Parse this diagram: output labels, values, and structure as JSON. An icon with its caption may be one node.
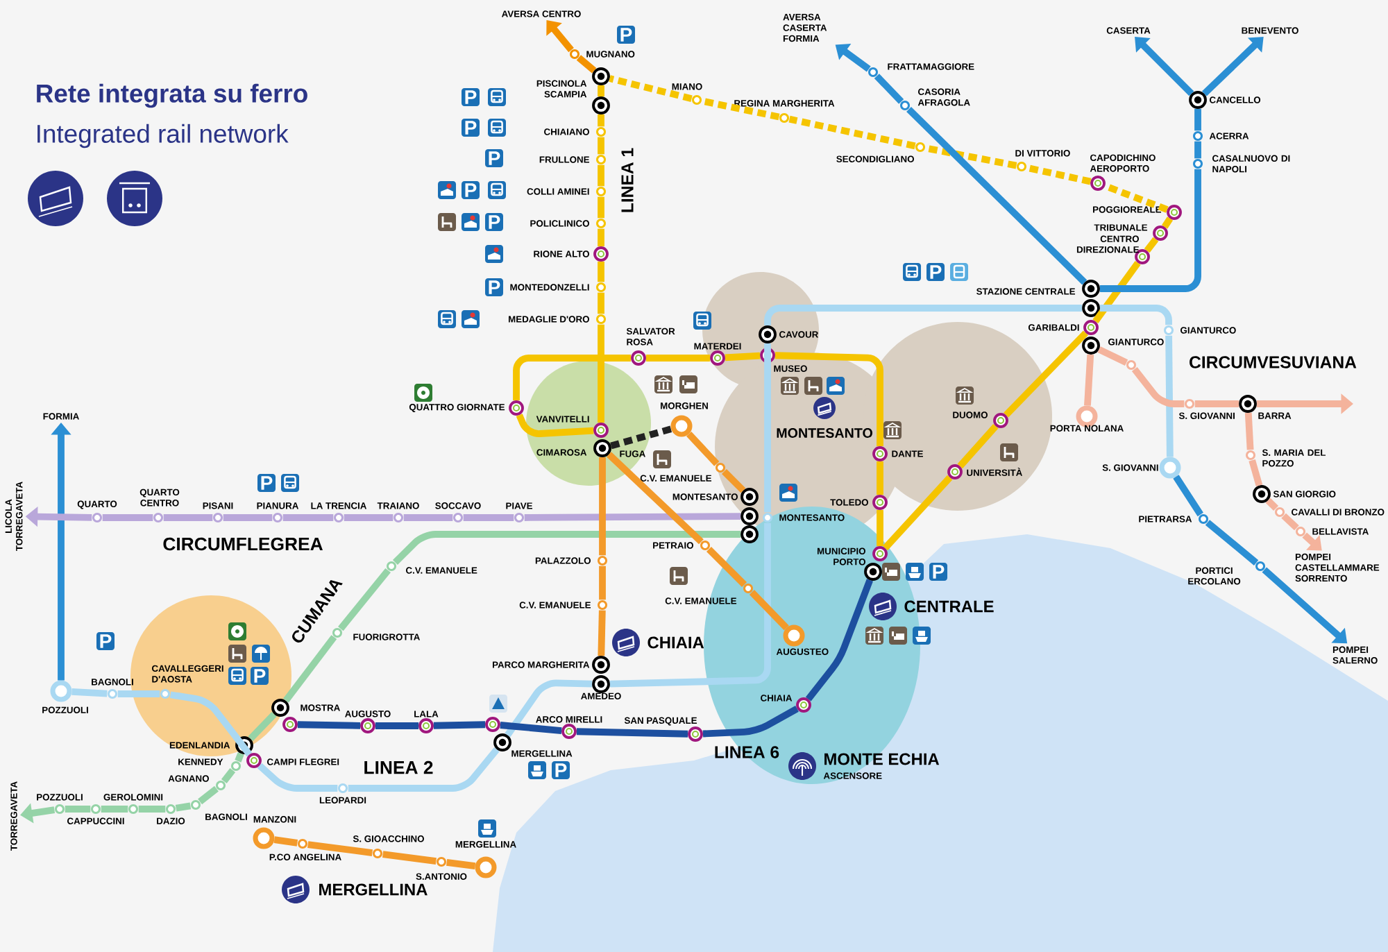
{
  "diagram": {
    "title": "Rete integrata su ferro",
    "nodes": [
      {
        "text": [
          "AVERSA CENTRO"
        ]
      },
      {
        "text": [
          "MUGNANO"
        ]
      },
      {
        "text": [
          "PISCINOLA SCAMPIA"
        ]
      },
      {
        "text": [],
        "shape": "circle"
      },
      {
        "text": [
          "CHIAIANO"
        ]
      },
      {
        "text": [
          "FRULLONE"
        ]
      },
      {
        "text": [
          "COLLI AMINEI"
        ]
      },
      {
        "text": [
          "POLICLINICO"
        ]
      },
      {
        "text": [
          "RIONE ALTO"
        ]
      },
      {
        "text": [
          "MONTEDONZELLI"
        ]
      },
      {
        "text": [
          "MEDAGLIE D'ORO"
        ]
      },
      {
        "text": [
          "VANVITELLI"
        ]
      },
      {
        "text": [
          "CIMAROSA",
          "FUGA"
        ]
      },
      {
        "text": [
          "QUATTRO GIORNATE"
        ]
      },
      {
        "text": [
          "SALVATOR ROSA"
        ]
      },
      {
        "text": [
          "MATERDEI"
        ]
      },
      {
        "text": [
          "CAVOUR"
        ]
      },
      {
        "text": [
          "MUSEO"
        ]
      },
      {
        "text": [
          "DANTE"
        ]
      },
      {
        "text": [
          "TOLEDO"
        ]
      },
      {
        "text": [
          "MUNICIPIO PORTO"
        ]
      },
      {
        "text": [],
        "shape": "circle"
      },
      {
        "text": [
          "UNIVERSITÀ"
        ]
      },
      {
        "text": [
          "DUOMO"
        ]
      },
      {
        "text": [
          "STAZIONE CENTRALE"
        ]
      },
      {
        "text": [],
        "shape": "circle"
      },
      {
        "text": [
          "GARIBALDI"
        ]
      },
      {
        "text": [],
        "shape": "circle"
      },
      {
        "text": [
          "CENTRO DIREZIONALE"
        ]
      },
      {
        "text": [
          "TRIBUNALE"
        ]
      },
      {
        "text": [
          "POGGIOREALE"
        ]
      },
      {
        "text": [
          "CAPODICHINO AEROPORTO"
        ]
      },
      {
        "text": [
          "DI VITTORIO"
        ]
      },
      {
        "text": [
          "SECONDIGLIANO"
        ]
      },
      {
        "text": [
          "REGINA MARGHERITA"
        ]
      },
      {
        "text": [
          "MIANO"
        ]
      },
      {
        "text": [
          "AVERSA CASERTA FORMIA"
        ]
      },
      {
        "text": [
          "FRATTAMAGGIORE"
        ]
      },
      {
        "text": [
          "CASORIA AFRAGOLA"
        ]
      },
      {
        "text": [
          "CASERTA"
        ]
      },
      {
        "text": [
          "BENEVENTO"
        ]
      },
      {
        "text": [
          "CANCELLO"
        ]
      },
      {
        "text": [
          "ACERRA"
        ]
      },
      {
        "text": [
          "CASALNUOVO DI NAPOLI"
        ]
      },
      {
        "text": [
          "GIANTURCO"
        ]
      },
      {
        "text": [
          "S. GIOVANNI"
        ]
      },
      {
        "text": [
          "PIETRARSA"
        ]
      },
      {
        "text": [
          "PORTICI ERCOLANO"
        ]
      },
      {
        "text": [
          "POMPEI SALERNO"
        ]
      },
      {
        "text": [
          "GIANTURCO"
        ]
      },
      {
        "text": [
          "PORTA NOLANA"
        ]
      },
      {
        "text": [
          "S. GIOVANNI"
        ]
      },
      {
        "text": [
          "BARRA"
        ]
      },
      {
        "text": [
          "S. MARIA DEL POZZO"
        ]
      },
      {
        "text": [
          "SAN GIORGIO"
        ]
      },
      {
        "text": [
          "CAVALLI DI BRONZO"
        ]
      },
      {
        "text": [
          "BELLAVISTA"
        ]
      },
      {
        "text": [
          "POMPEI CASTELLAMMARE SORRENTO"
        ]
      },
      {
        "text": [
          "MONTESANTO"
        ]
      },
      {
        "text": [],
        "shape": "circle"
      },
      {
        "text": [],
        "shape": "circle"
      },
      {
        "text": [
          "MONTESANTO"
        ]
      },
      {
        "text": [
          "MORGHEN"
        ]
      },
      {
        "text": [
          "C.V. EMANUELE"
        ]
      },
      {
        "text": [
          "PETRAIO"
        ]
      },
      {
        "text": [
          "C.V. EMANUELE"
        ]
      },
      {
        "text": [
          "AUGUSTEO"
        ]
      },
      {
        "text": [
          "PALAZZOLO"
        ]
      },
      {
        "text": [
          "C.V. EMANUELE"
        ]
      },
      {
        "text": [
          "PARCO MARGHERITA"
        ]
      },
      {
        "text": [
          "AMEDEO"
        ]
      },
      {
        "text": [
          "MERGELLINA"
        ]
      },
      {
        "text": [],
        "shape": "circle"
      },
      {
        "text": [
          "ARCO MIRELLI"
        ]
      },
      {
        "text": [
          "SAN PASQUALE"
        ]
      },
      {
        "text": [
          "CHIAIA"
        ]
      },
      {
        "text": [
          "LALA"
        ]
      },
      {
        "text": [
          "AUGUSTO"
        ]
      },
      {
        "text": [],
        "shape": "circle"
      },
      {
        "text": [
          "MOSTRA"
        ]
      },
      {
        "text": [
          "LEOPARDI"
        ]
      },
      {
        "text": [
          "CAMPI FLEGREI"
        ]
      },
      {
        "text": [
          "EDENLANDIA"
        ]
      },
      {
        "text": [
          "CAVALLEGGERI D'AOSTA"
        ]
      },
      {
        "text": [
          "BAGNOLI"
        ]
      },
      {
        "text": [
          "POZZUOLI"
        ]
      },
      {
        "text": [
          "FORMIA"
        ]
      },
      {
        "text": [
          "FUORIGROTTA"
        ]
      },
      {
        "text": [
          "C.V. EMANUELE"
        ]
      },
      {
        "text": [
          "KENNEDY"
        ]
      },
      {
        "text": [
          "AGNANO"
        ]
      },
      {
        "text": [
          "BAGNOLI"
        ]
      },
      {
        "text": [
          "DAZIO"
        ]
      },
      {
        "text": [
          "GEROLOMINI"
        ]
      },
      {
        "text": [
          "CAPPUCCINI"
        ]
      },
      {
        "text": [
          "POZZUOLI"
        ]
      },
      {
        "text": [
          "TORREGAVETA"
        ]
      },
      {
        "text": [
          "PIAVE"
        ]
      },
      {
        "text": [
          "SOCCAVO"
        ]
      },
      {
        "text": [
          "TRAIANO"
        ]
      },
      {
        "text": [
          "LA TRENCIA"
        ]
      },
      {
        "text": [
          "PIANURA"
        ]
      },
      {
        "text": [
          "PISANI"
        ]
      },
      {
        "text": [
          "QUARTO CENTRO"
        ]
      },
      {
        "text": [
          "QUARTO"
        ]
      },
      {
        "text": [
          "LICOLA TORREGAVETA"
        ]
      },
      {
        "text": [
          "MANZONI"
        ]
      },
      {
        "text": [
          "P.CO ANGELINA"
        ]
      },
      {
        "text": [
          "S. GIOACCHINO"
        ]
      },
      {
        "text": [
          "S.ANTONIO"
        ]
      },
      {
        "text": [
          "MERGELLINA"
        ]
      }
    ],
    "edges": [
      {
        "from": 2,
        "to": 1,
        "arrow": "none",
        "color": "#f39200"
      },
      {
        "from": 1,
        "to": 0,
        "arrow": "to",
        "color": "#f39200"
      },
      {
        "from": 2,
        "to": 3,
        "arrow": "none",
        "color": "#f5c400"
      },
      {
        "from": 3,
        "to": 4,
        "arrow": "none",
        "color": "#f5c400"
      },
      {
        "from": 4,
        "to": 5,
        "arrow": "none",
        "color": "#f5c400"
      },
      {
        "from": 5,
        "to": 6,
        "arrow": "none",
        "color": "#f5c400"
      },
      {
        "from": 6,
        "to": 7,
        "arrow": "none",
        "color": "#f5c400"
      },
      {
        "from": 7,
        "to": 8,
        "arrow": "none",
        "color": "#f5c400"
      },
      {
        "from": 8,
        "to": 9,
        "arrow": "none",
        "color": "#f5c400"
      },
      {
        "from": 9,
        "to": 10,
        "arrow": "none",
        "color": "#f5c400"
      },
      {
        "from": 10,
        "to": 11,
        "arrow": "none",
        "color": "#f5c400"
      },
      {
        "from": 11,
        "to": 13,
        "arrow": "none",
        "color": "#f5c400"
      },
      {
        "from": 13,
        "to": 14,
        "arrow": "none",
        "color": "#f5c400"
      },
      {
        "from": 14,
        "to": 15,
        "arrow": "none",
        "color": "#f5c400"
      },
      {
        "from": 15,
        "to": 17,
        "arrow": "none",
        "color": "#f5c400"
      },
      {
        "from": 17,
        "to": 18,
        "arrow": "none",
        "color": "#f5c400"
      },
      {
        "from": 18,
        "to": 19,
        "arrow": "none",
        "color": "#f5c400"
      },
      {
        "from": 19,
        "to": 20,
        "arrow": "none",
        "color": "#f5c400"
      },
      {
        "from": 20,
        "to": 22,
        "arrow": "none",
        "color": "#f5c400"
      },
      {
        "from": 22,
        "to": 23,
        "arrow": "none",
        "color": "#f5c400"
      },
      {
        "from": 23,
        "to": 26,
        "arrow": "none",
        "color": "#f5c400"
      },
      {
        "from": 26,
        "to": 28,
        "arrow": "none",
        "color": "#f5c400"
      },
      {
        "from": 28,
        "to": 29,
        "arrow": "none",
        "color": "#f5c400"
      },
      {
        "from": 29,
        "to": 30,
        "arrow": "none",
        "color": "#f5c400"
      },
      {
        "from": 30,
        "to": 31,
        "arrow": "none",
        "style": "dashed",
        "color": "#f5c400"
      },
      {
        "from": 31,
        "to": 32,
        "arrow": "none",
        "style": "dashed",
        "color": "#f5c400"
      },
      {
        "from": 32,
        "to": 33,
        "arrow": "none",
        "style": "dashed",
        "color": "#f5c400"
      },
      {
        "from": 33,
        "to": 34,
        "arrow": "none",
        "style": "dashed",
        "color": "#f5c400"
      },
      {
        "from": 34,
        "to": 35,
        "arrow": "none",
        "style": "dashed",
        "color": "#f5c400"
      },
      {
        "from": 35,
        "to": 2,
        "arrow": "none",
        "style": "dashed",
        "color": "#f5c400"
      },
      {
        "from": 24,
        "to": 38,
        "arrow": "none",
        "color": "#2b8fd4"
      },
      {
        "from": 38,
        "to": 37,
        "arrow": "none",
        "color": "#2b8fd4"
      },
      {
        "from": 37,
        "to": 36,
        "arrow": "to",
        "color": "#2b8fd4"
      },
      {
        "from": 24,
        "to": 43,
        "arrow": "none",
        "color": "#2b8fd4"
      },
      {
        "from": 43,
        "to": 42,
        "arrow": "none",
        "color": "#2b8fd4"
      },
      {
        "from": 42,
        "to": 41,
        "arrow": "none",
        "color": "#2b8fd4"
      },
      {
        "from": 41,
        "to": 39,
        "arrow": "to",
        "color": "#2b8fd4"
      },
      {
        "from": 41,
        "to": 40,
        "arrow": "to",
        "color": "#2b8fd4"
      },
      {
        "from": 45,
        "to": 46,
        "arrow": "none",
        "color": "#2b8fd4"
      },
      {
        "from": 46,
        "to": 47,
        "arrow": "none",
        "color": "#2b8fd4"
      },
      {
        "from": 47,
        "to": 48,
        "arrow": "to",
        "color": "#2b8fd4"
      },
      {
        "from": 85,
        "to": 86,
        "arrow": "to",
        "color": "#2b8fd4"
      },
      {
        "from": 85,
        "to": 84,
        "arrow": "none",
        "color": "#a9d8f2"
      },
      {
        "from": 84,
        "to": 83,
        "arrow": "none",
        "color": "#a9d8f2"
      },
      {
        "from": 83,
        "to": 81,
        "arrow": "none",
        "color": "#a9d8f2"
      },
      {
        "from": 81,
        "to": 80,
        "arrow": "none",
        "color": "#a9d8f2"
      },
      {
        "from": 80,
        "to": 71,
        "arrow": "none",
        "color": "#a9d8f2"
      },
      {
        "from": 71,
        "to": 70,
        "arrow": "none",
        "color": "#a9d8f2"
      },
      {
        "from": 70,
        "to": 61,
        "arrow": "none",
        "color": "#a9d8f2"
      },
      {
        "from": 61,
        "to": 16,
        "arrow": "none",
        "color": "#a9d8f2"
      },
      {
        "from": 16,
        "to": 25,
        "arrow": "none",
        "color": "#a9d8f2"
      },
      {
        "from": 25,
        "to": 44,
        "arrow": "none",
        "color": "#a9d8f2"
      },
      {
        "from": 44,
        "to": 45,
        "arrow": "none",
        "color": "#a9d8f2"
      },
      {
        "from": 27,
        "to": 49,
        "arrow": "none",
        "color": "#f4b39c"
      },
      {
        "from": 27,
        "to": 50,
        "arrow": "none",
        "color": "#f4b39c"
      },
      {
        "from": 49,
        "to": 51,
        "arrow": "none",
        "color": "#f4b39c"
      },
      {
        "from": 51,
        "to": 52,
        "arrow": "none",
        "color": "#f4b39c"
      },
      {
        "from": 52,
        "to": null,
        "arrow": "to",
        "color": "#f4b39c"
      },
      {
        "from": 52,
        "to": 53,
        "arrow": "none",
        "color": "#f4b39c"
      },
      {
        "from": 53,
        "to": 54,
        "arrow": "none",
        "color": "#f4b39c"
      },
      {
        "from": 54,
        "to": 55,
        "arrow": "none",
        "color": "#f4b39c"
      },
      {
        "from": 55,
        "to": 56,
        "arrow": "none",
        "color": "#f4b39c"
      },
      {
        "from": 56,
        "to": 57,
        "arrow": "to",
        "color": "#f4b39c"
      },
      {
        "from": 59,
        "to": 97,
        "arrow": "none",
        "color": "#b9a7da"
      },
      {
        "from": 97,
        "to": 98,
        "arrow": "none",
        "color": "#b9a7da"
      },
      {
        "from": 98,
        "to": 99,
        "arrow": "none",
        "color": "#b9a7da"
      },
      {
        "from": 99,
        "to": 100,
        "arrow": "none",
        "color": "#b9a7da"
      },
      {
        "from": 100,
        "to": 101,
        "arrow": "none",
        "color": "#b9a7da"
      },
      {
        "from": 101,
        "to": 102,
        "arrow": "none",
        "color": "#b9a7da"
      },
      {
        "from": 102,
        "to": 103,
        "arrow": "none",
        "color": "#b9a7da"
      },
      {
        "from": 103,
        "to": 104,
        "arrow": "none",
        "color": "#b9a7da"
      },
      {
        "from": 104,
        "to": 105,
        "arrow": "to",
        "color": "#b9a7da"
      },
      {
        "from": 60,
        "to": 88,
        "arrow": "none",
        "color": "#95d3a7"
      },
      {
        "from": 88,
        "to": 87,
        "arrow": "none",
        "color": "#95d3a7"
      },
      {
        "from": 87,
        "to": 79,
        "arrow": "none",
        "color": "#95d3a7"
      },
      {
        "from": 79,
        "to": 82,
        "arrow": "none",
        "color": "#95d3a7"
      },
      {
        "from": 82,
        "to": 89,
        "arrow": "none",
        "color": "#95d3a7"
      },
      {
        "from": 89,
        "to": 90,
        "arrow": "none",
        "color": "#95d3a7"
      },
      {
        "from": 90,
        "to": 91,
        "arrow": "none",
        "color": "#95d3a7"
      },
      {
        "from": 91,
        "to": 92,
        "arrow": "none",
        "color": "#95d3a7"
      },
      {
        "from": 92,
        "to": 93,
        "arrow": "none",
        "color": "#95d3a7"
      },
      {
        "from": 93,
        "to": 94,
        "arrow": "none",
        "color": "#95d3a7"
      },
      {
        "from": 94,
        "to": 95,
        "arrow": "none",
        "color": "#95d3a7"
      },
      {
        "from": 95,
        "to": 96,
        "arrow": "to",
        "color": "#95d3a7"
      },
      {
        "from": 78,
        "to": 77,
        "arrow": "none",
        "color": "#1d4f9f"
      },
      {
        "from": 77,
        "to": 76,
        "arrow": "none",
        "color": "#1d4f9f"
      },
      {
        "from": 76,
        "to": 72,
        "arrow": "none",
        "color": "#1d4f9f"
      },
      {
        "from": 72,
        "to": 73,
        "arrow": "none",
        "color": "#1d4f9f"
      },
      {
        "from": 73,
        "to": 74,
        "arrow": "none",
        "color": "#1d4f9f"
      },
      {
        "from": 74,
        "to": 75,
        "arrow": "none",
        "color": "#1d4f9f"
      },
      {
        "from": 75,
        "to": 21,
        "arrow": "none",
        "color": "#1d4f9f"
      },
      {
        "from": 12,
        "to": 67,
        "arrow": "none",
        "color": "#f39a2a"
      },
      {
        "from": 67,
        "to": 68,
        "arrow": "none",
        "color": "#f39a2a"
      },
      {
        "from": 68,
        "to": 69,
        "arrow": "none",
        "color": "#f39a2a"
      },
      {
        "from": 62,
        "to": 63,
        "arrow": "none",
        "color": "#f39a2a"
      },
      {
        "from": 63,
        "to": 58,
        "arrow": "none",
        "color": "#f39a2a"
      },
      {
        "from": 12,
        "to": 64,
        "arrow": "none",
        "color": "#f39a2a"
      },
      {
        "from": 64,
        "to": 65,
        "arrow": "none",
        "color": "#f39a2a"
      },
      {
        "from": 65,
        "to": 66,
        "arrow": "none",
        "color": "#f39a2a"
      },
      {
        "from": 106,
        "to": 107,
        "arrow": "none",
        "color": "#f39a2a"
      },
      {
        "from": 107,
        "to": 108,
        "arrow": "none",
        "color": "#f39a2a"
      },
      {
        "from": 108,
        "to": 109,
        "arrow": "none",
        "color": "#f39a2a"
      },
      {
        "from": 109,
        "to": 110,
        "arrow": "none",
        "color": "#f39a2a"
      },
      {
        "from": 12,
        "to": 62,
        "arrow": "none",
        "style": "dashed",
        "color": "#222222"
      }
    ],
    "labels": [
      "Integrated rail network",
      "LINEA 1",
      "CIRCUMFLEGREA",
      "CUMANA",
      "LINEA 2",
      "LINEA 6",
      "CIRCUMVESUVIANA",
      "CHIAIA",
      "MONTESANTO",
      "CENTRALE",
      "MERGELLINA",
      "MONTE ECHIA",
      "ASCENSORE",
      "P",
      "P",
      "P",
      "P",
      "P",
      "P",
      "P",
      "P",
      "P",
      "P",
      "P",
      "P",
      "P"
    ]
  }
}
